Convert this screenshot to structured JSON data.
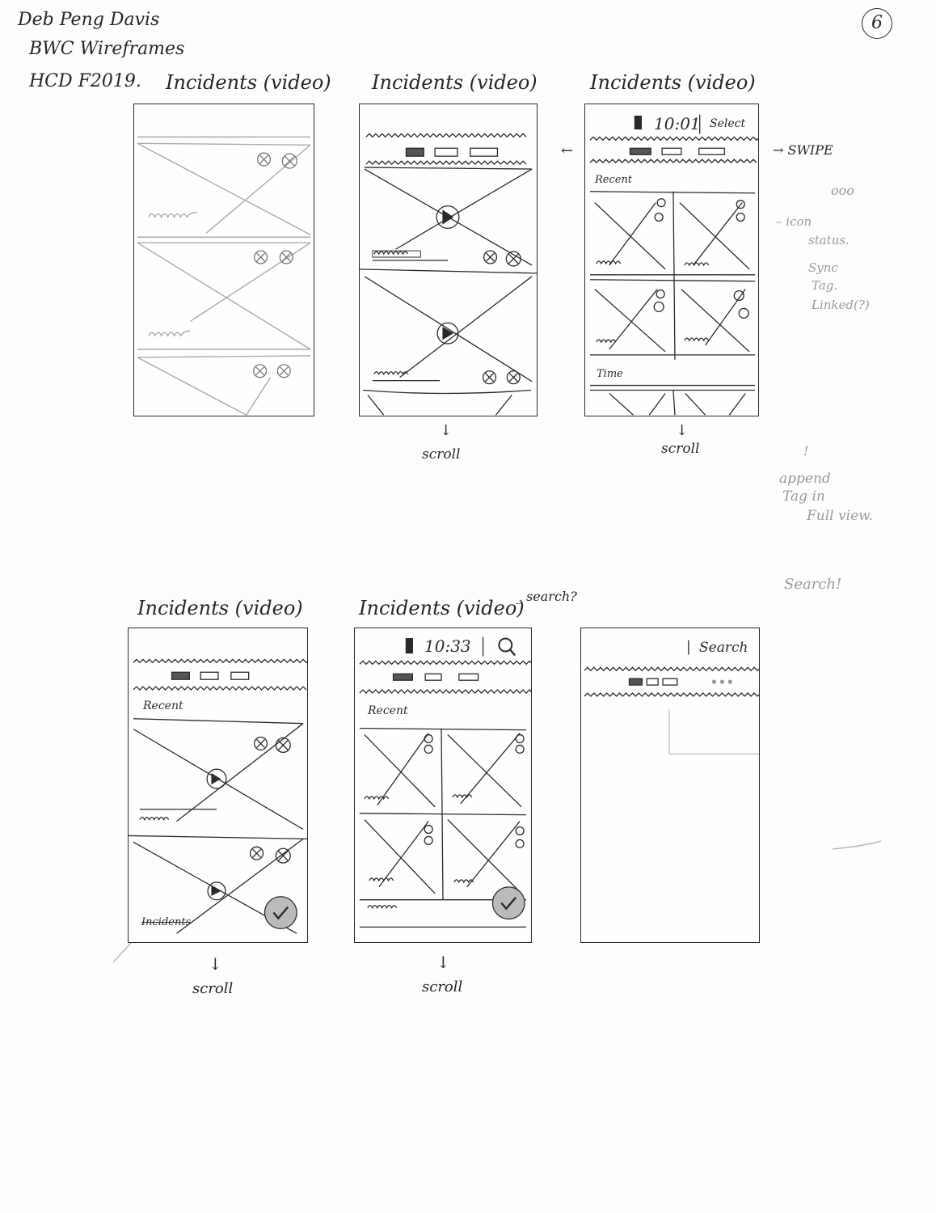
{
  "header": {
    "lines": [
      "Deb Peng Davis",
      "BWC Wireframes",
      "HCD F2019."
    ],
    "page_number": "6"
  },
  "row1": {
    "titles": [
      "Incidents (video)",
      "Incidents (video)",
      "Incidents (video)"
    ],
    "frame3": {
      "time": "10:01",
      "select": "Select",
      "recent": "Recent",
      "time_section": "Time"
    },
    "scroll_labels": [
      "scroll",
      "scroll"
    ]
  },
  "side_notes": {
    "swipe": "→ SWIPE",
    "ellipsis": "ooo",
    "icon_status": [
      "– icon",
      "status.",
      "Sync",
      "Tag.",
      "Linked(?)"
    ],
    "append": [
      "!",
      "append",
      "Tag in",
      "Full view."
    ],
    "search": "Search!"
  },
  "row2": {
    "titles": [
      "Incidents (video)",
      "Incidents (video)"
    ],
    "search_question": "_ search?",
    "frame1": {
      "recent": "Recent",
      "bottom": "Incidents"
    },
    "frame2": {
      "time": "10:33",
      "recent": "Recent"
    },
    "frame3": {
      "search": "Search"
    },
    "scroll_labels": [
      "scroll",
      "scroll"
    ]
  },
  "colors": {
    "ink": "#2a2a2a",
    "faint": "#9a9a9a",
    "paper": "#fdfdfb"
  }
}
